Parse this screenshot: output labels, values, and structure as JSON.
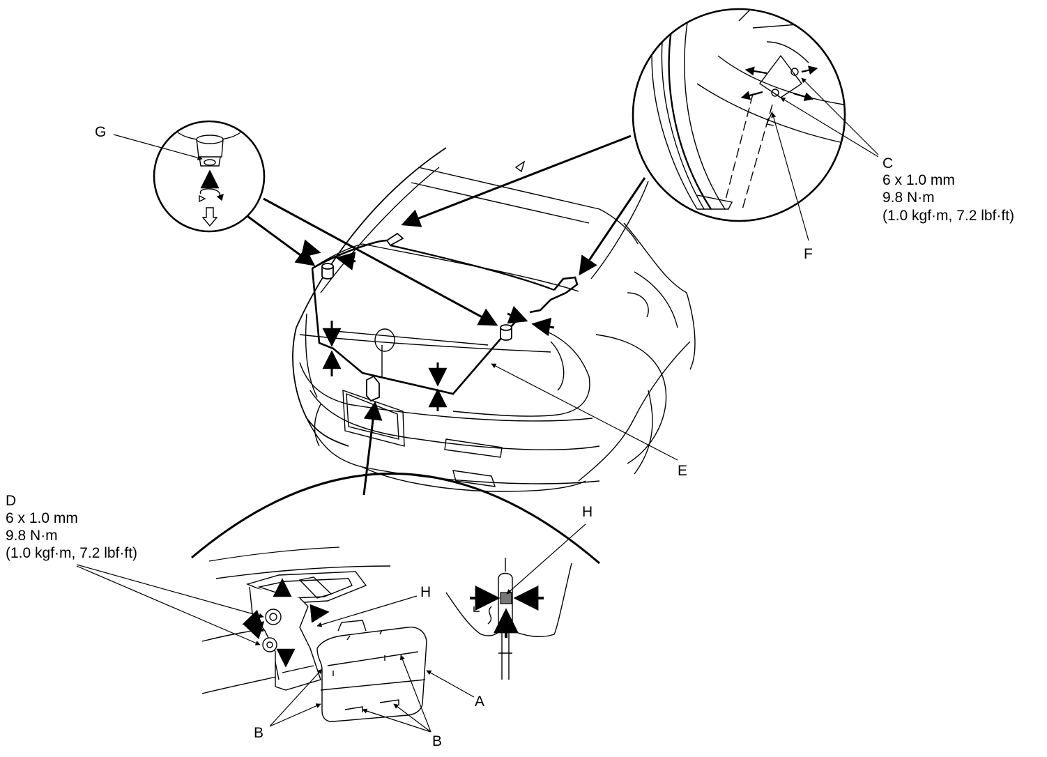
{
  "labels": {
    "A": "A",
    "B": "B",
    "E": "E",
    "F": "F",
    "G": "G",
    "H": "H"
  },
  "callouts": {
    "C": {
      "letter": "C",
      "size": "6 x 1.0 mm",
      "torque": "9.8 N·m",
      "torque_alt": "(1.0 kgf·m, 7.2 lbf·ft)"
    },
    "D": {
      "letter": "D",
      "size": "6 x 1.0 mm",
      "torque": "9.8 N·m",
      "torque_alt": "(1.0 kgf·m, 7.2 lbf·ft)"
    }
  },
  "colors": {
    "line": "#000000",
    "fill": "#ffffff",
    "clip_fill": "#777777",
    "ghost": "#9a9a9a"
  }
}
